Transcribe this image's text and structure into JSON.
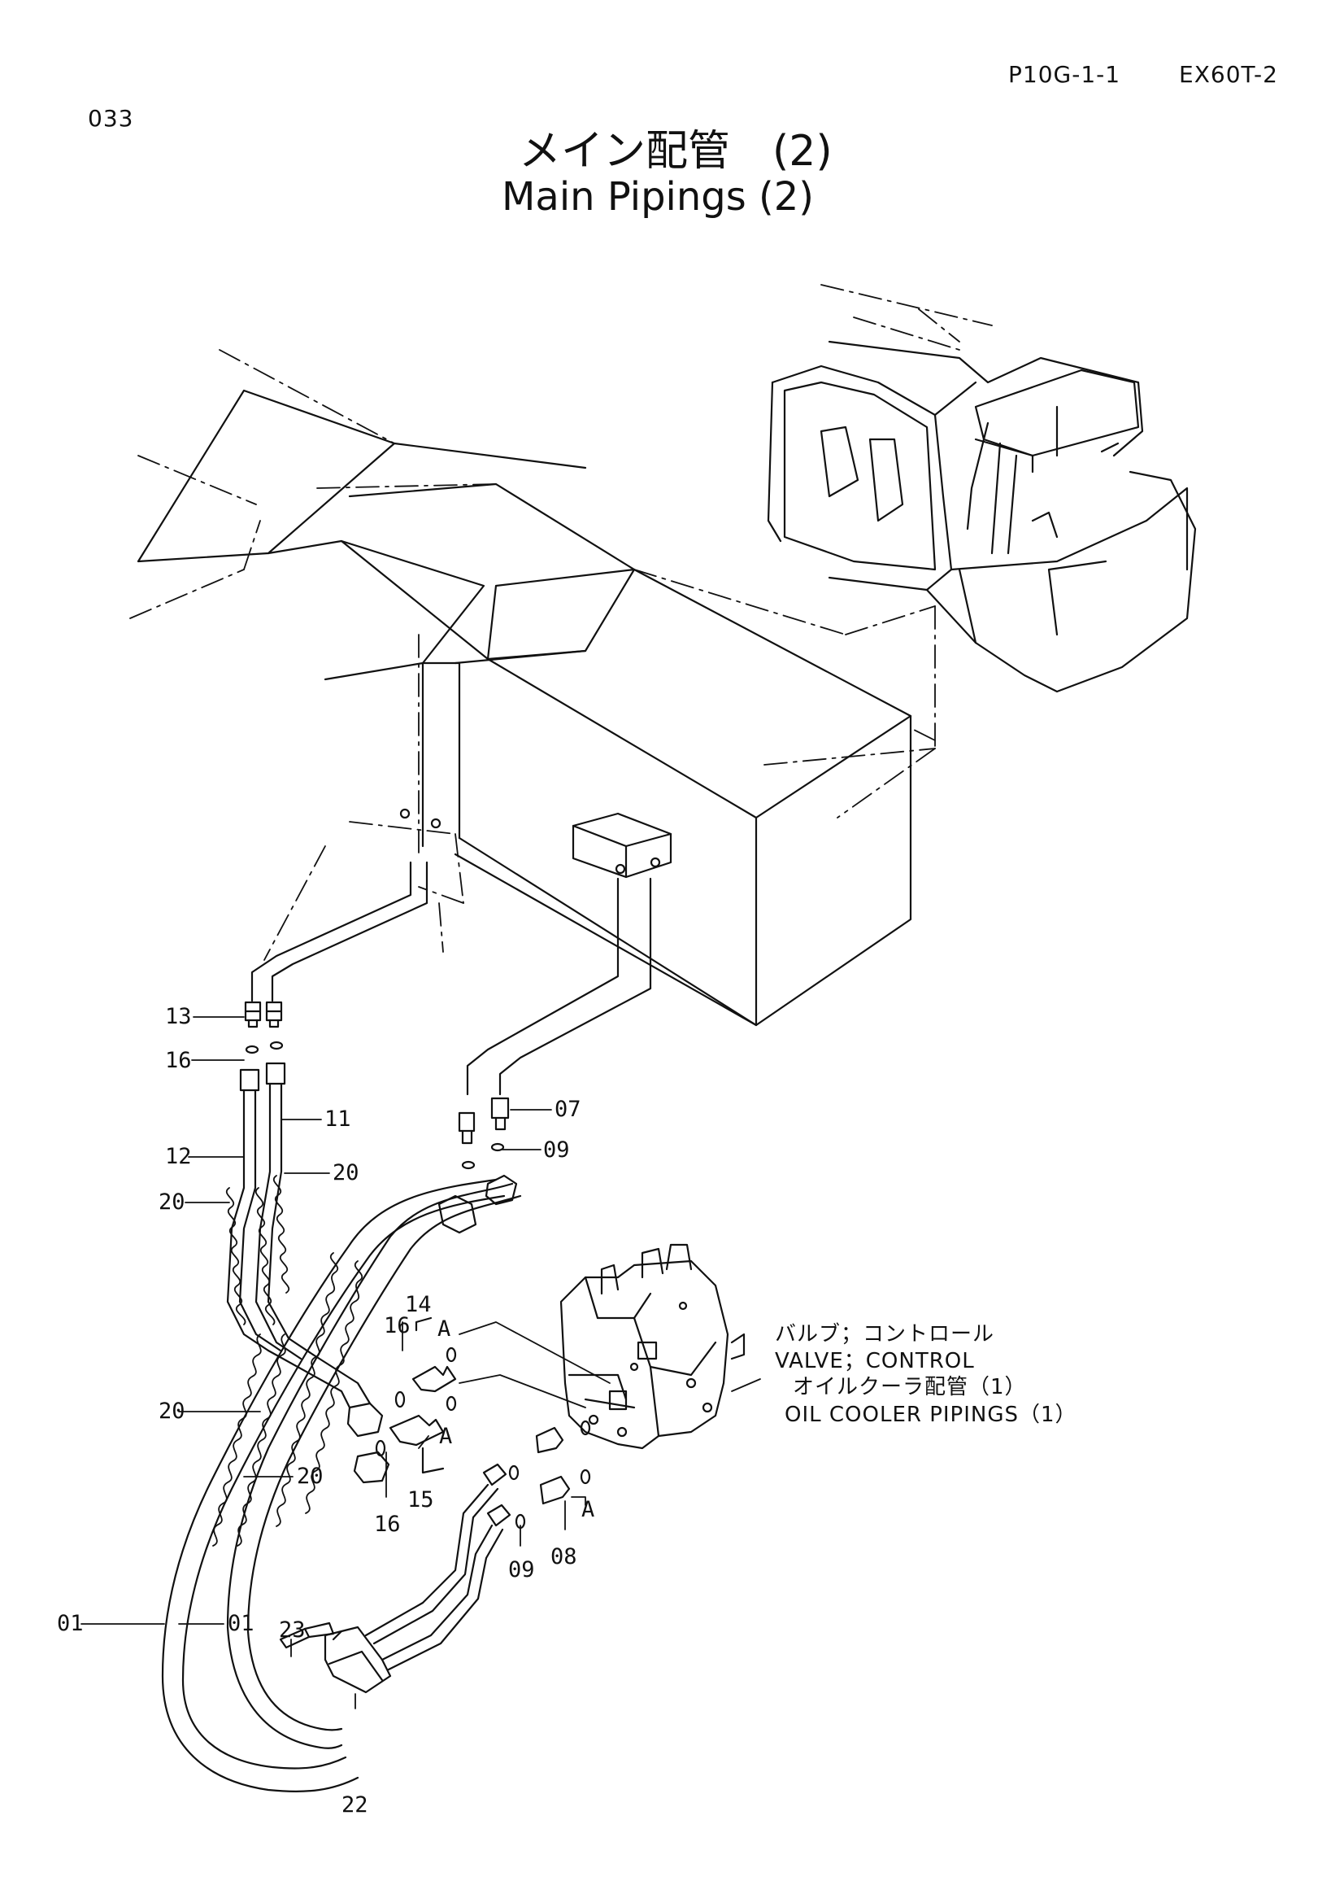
{
  "header": {
    "page_ref": "P10G-1-1",
    "model": "EX60T-2",
    "page_no": "033"
  },
  "title": {
    "jp": "メイン配管　(2)",
    "en": "Main Pipings (2)"
  },
  "labels": {
    "p13": "13",
    "p16a": "16",
    "p12": "12",
    "p11": "11",
    "p20a": "20",
    "p20b": "20",
    "p20c": "20",
    "p20d": "20",
    "p07": "07",
    "p09a": "09",
    "p14": "14",
    "p16b": "16",
    "pA1": "A",
    "pA2": "A",
    "p15": "15",
    "p16c": "16",
    "pA3": "A",
    "p08": "08",
    "p09b": "09",
    "p01a": "01",
    "p01b": "01",
    "p23": "23",
    "p22": "22"
  },
  "callout": {
    "line1": "バルブ；コントロール",
    "line2": "VALVE；CONTROL",
    "line3": "オイルクーラ配管（1）",
    "line4": "OIL COOLER PIPINGS（1）"
  }
}
